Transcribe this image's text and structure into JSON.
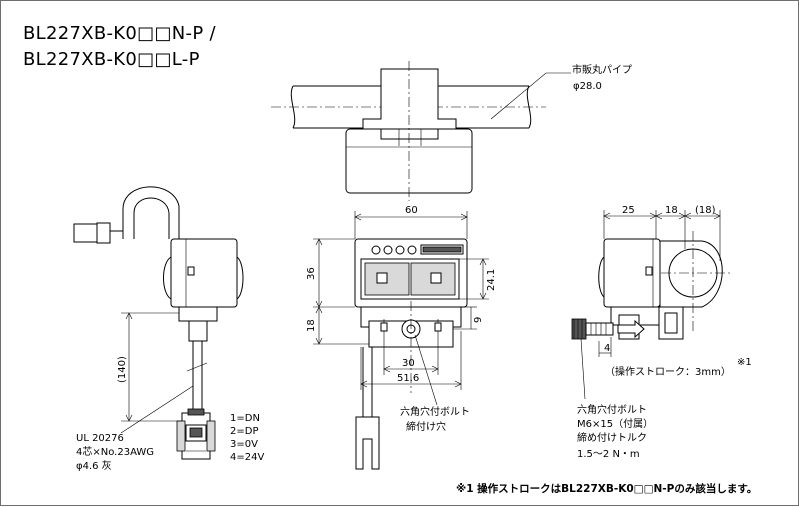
{
  "title": {
    "line1": "BL227XB-K0□□N-P /",
    "line2": "BL227XB-K0□□L-P"
  },
  "top_view": {
    "pipe_label": "市販丸パイプ",
    "pipe_diameter": "φ28.0"
  },
  "left_view": {
    "cable_length": "(140)",
    "cable_spec_1": "UL 20276",
    "cable_spec_2": "4芯×No.23AWG",
    "cable_spec_3": "φ4.6  灰",
    "pins": [
      "1=DN",
      "2=DP",
      "3=0V",
      "4=24V"
    ]
  },
  "front_view": {
    "width": "60",
    "height_upper": "36",
    "height_lower": "18",
    "window_height": "24.1",
    "hole_offset": "9",
    "hole_span": "30",
    "base_width": "51.6",
    "bolt_hole_1": "六角穴付ボルト",
    "bolt_hole_2": "締付け穴"
  },
  "right_view": {
    "dim_a": "25",
    "dim_b": "18",
    "dim_c": "(18)",
    "stroke_gap": "4",
    "stroke_note": "（操作ストローク：3mm）",
    "stroke_mark": "※1",
    "bolt_1": "六角穴付ボルト",
    "bolt_2": "M6×15（付属）",
    "bolt_3": "締め付けトルク",
    "bolt_4": "1.5～2 N・m"
  },
  "footnote": "※1 操作ストロークはBL227XB-K0□□N-Pのみ該当します。"
}
